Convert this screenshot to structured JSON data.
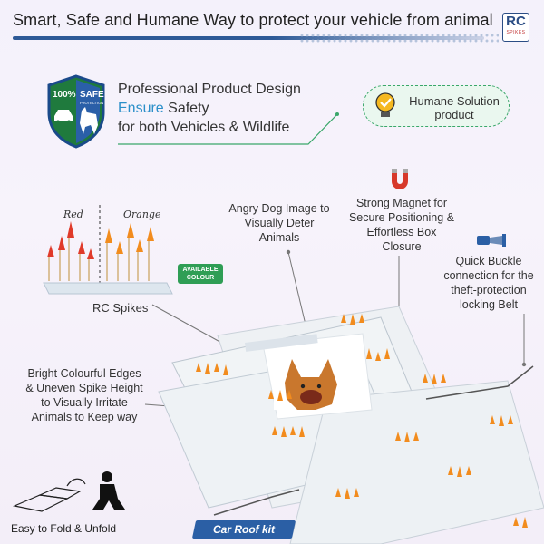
{
  "header": {
    "title": "Smart, Safe and Humane Way to protect your vehicle from animal",
    "logo_main": "RC",
    "logo_sub": "SPIKES"
  },
  "badge": {
    "line1": "100%",
    "line2": "SAFE",
    "line3": "PROTECTION"
  },
  "intro": {
    "line1": "Professional Product Design",
    "accent": "Ensure",
    "line2_rest": " Safety",
    "line3": "for both Vehicles & Wildlife"
  },
  "humane": {
    "text": "Humane Solution product"
  },
  "spikes": {
    "red_label": "Red",
    "orange_label": "Orange",
    "available": "AVAILABLE COLOUR",
    "caption": "RC Spikes"
  },
  "captions": {
    "dog": "Angry Dog Image to Visually Deter Animals",
    "magnet": "Strong Magnet for Secure Positioning & Effortless Box Closure",
    "buckle": "Quick Buckle connection for the theft-protection locking Belt",
    "bright": "Bright Colourful Edges & Uneven Spike Height to Visually Irritate Animals to Keep way",
    "fold": "Easy to Fold & Unfold"
  },
  "product": {
    "tag": "Car Roof kit"
  },
  "colors": {
    "brand_blue": "#2b5fa5",
    "accent_blue": "#2b8fc9",
    "green": "#3aa76a",
    "spike_red": "#e03a2a",
    "spike_orange": "#f28c1e"
  }
}
